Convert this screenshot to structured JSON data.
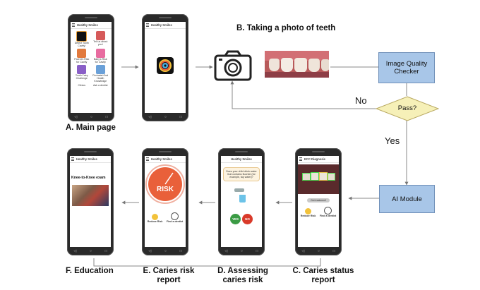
{
  "labels": {
    "main_page": "A. Main page",
    "taking_photo": "B. Taking a photo of teeth",
    "education": "F. Education",
    "caries_risk_l1": "E. Caries risk",
    "caries_risk_l2": "report",
    "assessing_l1": "D. Assessing",
    "assessing_l2": "caries risk",
    "status_l1": "C. Caries status",
    "status_l2": "report",
    "no": "No",
    "yes": "Yes"
  },
  "boxes": {
    "iqc_l1": "Image Quality",
    "iqc_l2": "Checker",
    "pass": "Pass?",
    "ai": "AI Module"
  },
  "phones": {
    "app_title": "Healthy Smiles",
    "ecc_title": "ECC Diagnosis",
    "main_items": [
      {
        "text": "Detect Tooth Cavity!",
        "color": "#e8a03a"
      },
      {
        "text": "Tell us about you!",
        "color": "#d65a5a"
      },
      {
        "text": "Parent's Risk for Cavity",
        "color": "#e27a3e"
      },
      {
        "text": "Baby's Risk for Cavity",
        "color": "#e86ca0"
      },
      {
        "text": "Tooth Fairy Challenge",
        "color": "#8a5fc7"
      },
      {
        "text": "Perinatal Oral Health Knowledge",
        "color": "#6aa0d8"
      }
    ],
    "main_more_left": "Clinics",
    "main_more_right": "Ask a dentist",
    "risk_word": "RISK",
    "reduce_risk": "Reduce Risk",
    "find_dentist": "Find a dentist",
    "question": "Does your child drink water that contains fluoride (for example, tap water)?",
    "yes_btn": "YES",
    "no_btn": "NO",
    "education_title": "Knee-to-Knee exam",
    "help_btn": "Get treatment!"
  },
  "colors": {
    "box_fill": "#a8c6e8",
    "diamond_fill": "#f6f0b8",
    "risk_orange": "#e9603a",
    "yes_green": "#3b9b44",
    "no_red": "#d93a2a"
  }
}
